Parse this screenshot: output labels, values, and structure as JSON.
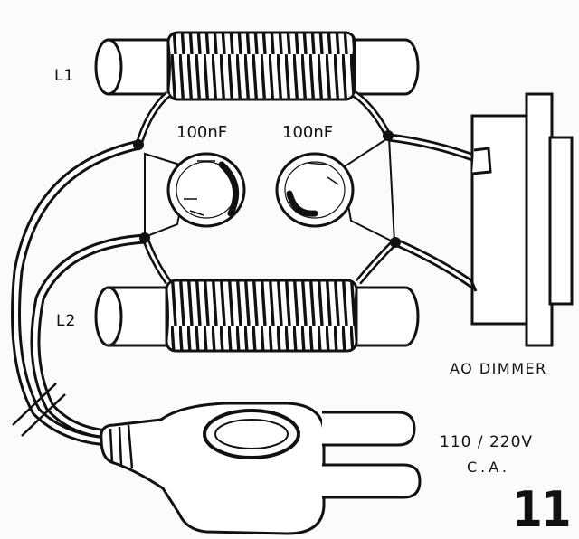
{
  "labels": {
    "inductor_1": "L1",
    "inductor_2": "L2",
    "capacitor_1": "100nF",
    "capacitor_2": "100nF",
    "output": "AO DIMMER",
    "voltage": "110 / 220V",
    "current_type": "C.A.",
    "figure_number": "11"
  },
  "colors": {
    "ink": "#111111",
    "paper": "#fbfbfb"
  }
}
